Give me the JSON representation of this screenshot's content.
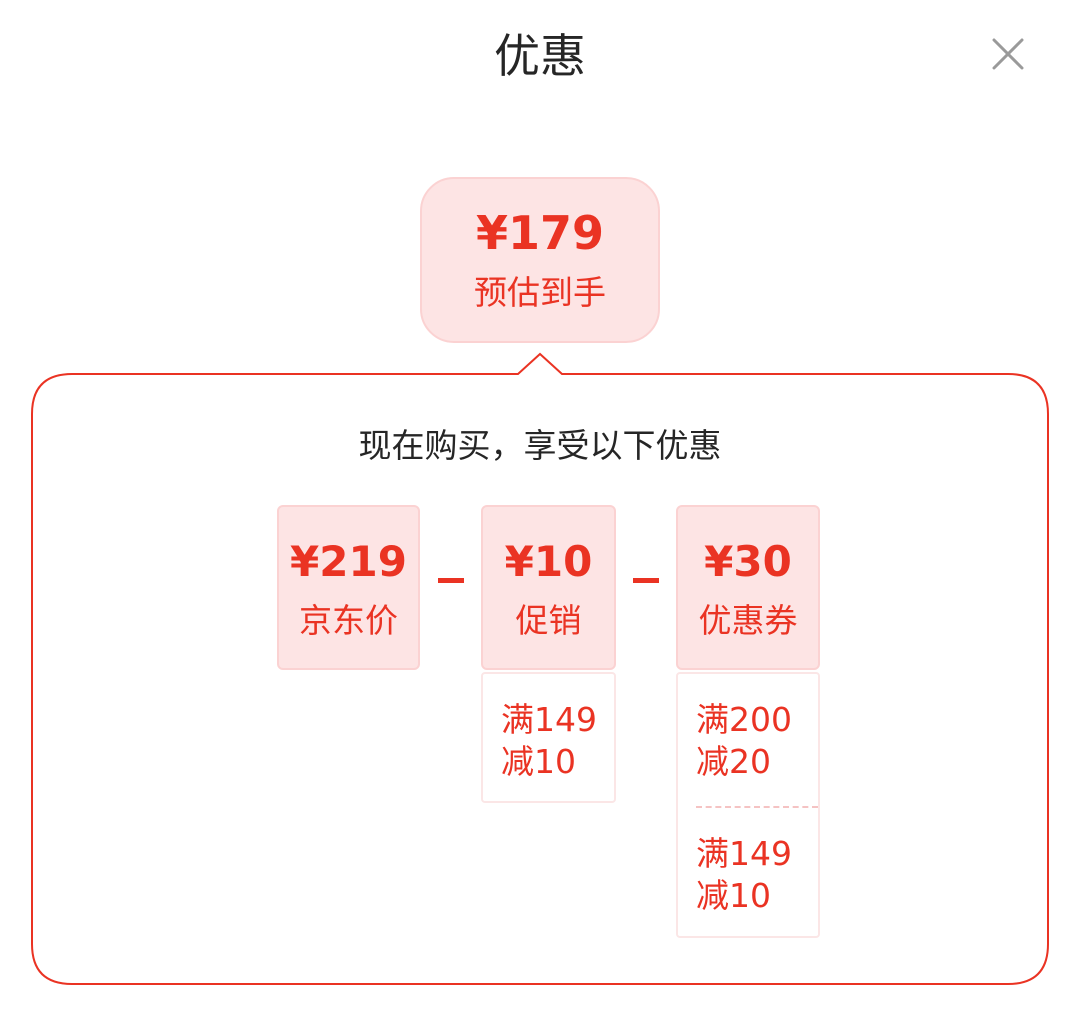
{
  "sheet": {
    "title": "优惠",
    "close_icon": "close-icon"
  },
  "summary": {
    "amount": "¥179",
    "label": "预估到手"
  },
  "breakdown": {
    "subtitle": "现在购买，享受以下优惠",
    "cards": [
      {
        "amount": "¥219",
        "label": "京东价"
      },
      {
        "amount": "¥10",
        "label": "促销"
      },
      {
        "amount": "¥30",
        "label": "优惠券"
      }
    ],
    "promotion_rules": [
      {
        "line1": "满149",
        "line2": "减10"
      }
    ],
    "coupon_rules": [
      {
        "line1": "满200",
        "line2": "减20"
      },
      {
        "line1": "满149",
        "line2": "减10"
      }
    ]
  },
  "colors": {
    "accent": "#ea3323",
    "card_bg": "#fde4e4",
    "text": "#262626"
  }
}
